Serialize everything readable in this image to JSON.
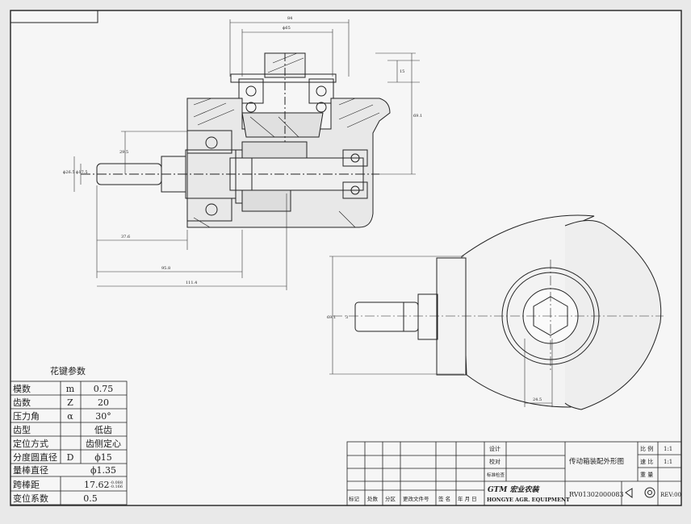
{
  "spline_params": {
    "title": "花键参数",
    "rows": [
      {
        "name": "模数",
        "symbol": "m",
        "value": "0.75"
      },
      {
        "name": "齿数",
        "symbol": "Z",
        "value": "20"
      },
      {
        "name": "压力角",
        "symbol": "α",
        "value": "30°"
      },
      {
        "name": "齿型",
        "symbol": "",
        "value": "低齿"
      },
      {
        "name": "定位方式",
        "symbol": "",
        "value": "齿侧定心"
      },
      {
        "name": "分度圆直径",
        "symbol": "D",
        "value": "ϕ15"
      },
      {
        "name": "量棒直径",
        "symbol": "",
        "value": "ϕ1.35"
      },
      {
        "name": "跨棒距",
        "symbol": "",
        "value": "17.62",
        "tol_upper": "-0.088",
        "tol_lower": "-0.166"
      },
      {
        "name": "变位系数",
        "symbol": "",
        "value": "0.5"
      }
    ]
  },
  "title_block": {
    "designer_label": "设计",
    "checker_label": "校对",
    "standard_label": "标准检查",
    "drawing_name": "传动箱装配外形图",
    "scale_label": "比 例",
    "scale_value": "1:1",
    "ratio_label": "速 比",
    "ratio_value": "1:1",
    "weight_label": "重 量",
    "bottom_row": [
      "标记",
      "处数",
      "分区",
      "更改文件号",
      "签 名",
      "年 月 日"
    ],
    "logo_text": "GTM 宏业农装",
    "company": "HONGYE AGR. EQUIPMENT",
    "drawing_number": "RV01302000083",
    "revision": "REV:00"
  },
  "dimensions": {
    "top_outer": "84",
    "top_inner": "ϕ65",
    "right_vertical_top": "15",
    "right_vertical_long": "69.1",
    "shaft_offset": "29.5",
    "shaft_dia_a": "ϕ26.5",
    "shaft_dia_b": "ϕ17.5",
    "horiz_1": "37.6",
    "horiz_2": "95.8",
    "horiz_3": "111.4",
    "side_left_vertical": "69.1",
    "side_bottom_dim": "24.5",
    "side_dim_mark": "3"
  }
}
